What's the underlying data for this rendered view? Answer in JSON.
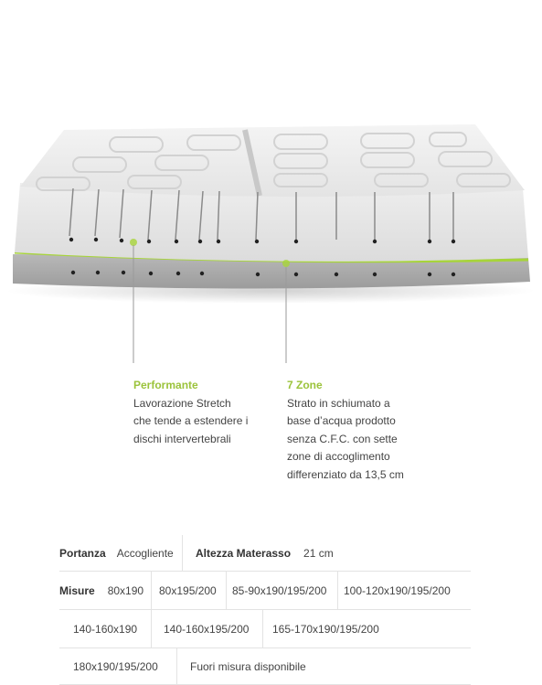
{
  "colors": {
    "accent": "#9bc33b",
    "text": "#444444",
    "divider": "#e3e3e3"
  },
  "callouts": [
    {
      "title": "Performante",
      "text": "Lavorazione Stretch\nche tende a estendere i\ndischi intervertebrali"
    },
    {
      "title": "7 Zone",
      "text": "Strato in schiumato a\nbase d’acqua prodotto\nsenza C.F.C. con sette\nzone di accoglimento\ndifferenziato da 13,5 cm"
    }
  ],
  "specs": {
    "portanza_label": "Portanza",
    "portanza_value": "Accogliente",
    "altezza_label": "Altezza Materasso",
    "altezza_value": "21 cm",
    "misure_label": "Misure",
    "sizes": [
      "80x190",
      "80x195/200",
      "85-90x190/195/200",
      "100-120x190/195/200",
      "140-160x190",
      "140-160x195/200",
      "165-170x190/195/200",
      "180x190/195/200"
    ],
    "fuori_misura": "Fuori misura disponibile"
  }
}
